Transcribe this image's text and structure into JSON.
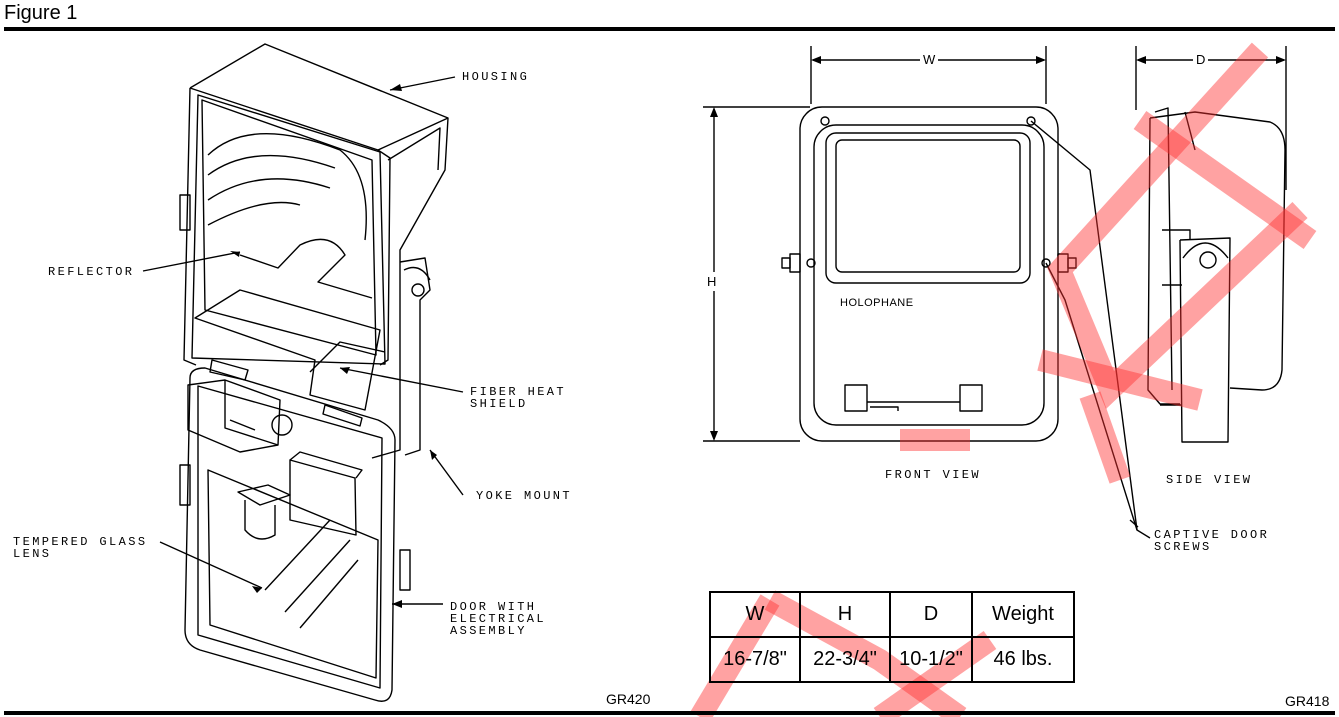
{
  "figure_title": "Figure 1",
  "left_drawing": {
    "labels": {
      "housing": "HOUSING",
      "reflector": "REFLECTOR",
      "fiber_heat_shield": "FIBER HEAT\nSHIELD",
      "yoke_mount": "YOKE MOUNT",
      "tempered_glass_lens": "TEMPERED GLASS\nLENS",
      "door_assembly": "DOOR WITH\nELECTRICAL\nASSEMBLY"
    },
    "code": "GR420"
  },
  "right_drawing": {
    "dimension_letters": {
      "w": "W",
      "h": "H",
      "d": "D"
    },
    "brand": "HOLOPHANE",
    "front_view_label": "FRONT VIEW",
    "side_view_label": "SIDE VIEW",
    "captive_screws_label": "CAPTIVE DOOR\nSCREWS",
    "code": "GR418"
  },
  "dimension_table": {
    "headers": [
      "W",
      "H",
      "D",
      "Weight"
    ],
    "values": [
      "16-7/8\"",
      "22-3/4\"",
      "10-1/2\"",
      "46 lbs."
    ]
  },
  "colors": {
    "watermark": "#ff3030",
    "highlight": "#f6a7a7"
  }
}
